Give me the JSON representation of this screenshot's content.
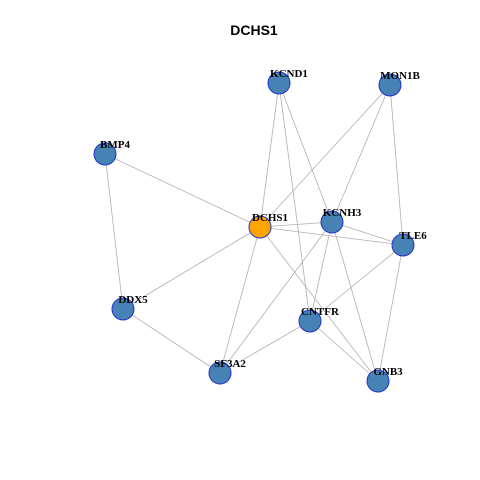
{
  "title": "DCHS1",
  "colors": {
    "background": "#ffffff",
    "edge": "#b0b0b0",
    "node_fill": "#4682b4",
    "node_border": "#2233cc",
    "center_fill": "#ffa500"
  },
  "nodes": [
    {
      "id": "DCHS1",
      "label": "DCHS1",
      "center": true
    },
    {
      "id": "KCND1",
      "label": "KCND1"
    },
    {
      "id": "MON1B",
      "label": "MON1B"
    },
    {
      "id": "BMP4",
      "label": "BMP4"
    },
    {
      "id": "KCNH3",
      "label": "KCNH3"
    },
    {
      "id": "TLE6",
      "label": "TLE6"
    },
    {
      "id": "DDX5",
      "label": "DDX5"
    },
    {
      "id": "CNTFR",
      "label": "CNTFR"
    },
    {
      "id": "SF3A2",
      "label": "SF3A2"
    },
    {
      "id": "GNB3",
      "label": "GNB3"
    }
  ],
  "edges": [
    [
      "BMP4",
      "DCHS1"
    ],
    [
      "BMP4",
      "DDX5"
    ],
    [
      "DDX5",
      "DCHS1"
    ],
    [
      "DDX5",
      "SF3A2"
    ],
    [
      "KCND1",
      "DCHS1"
    ],
    [
      "KCND1",
      "KCNH3"
    ],
    [
      "KCND1",
      "CNTFR"
    ],
    [
      "MON1B",
      "DCHS1"
    ],
    [
      "MON1B",
      "KCNH3"
    ],
    [
      "MON1B",
      "TLE6"
    ],
    [
      "DCHS1",
      "KCNH3"
    ],
    [
      "DCHS1",
      "TLE6"
    ],
    [
      "DCHS1",
      "SF3A2"
    ],
    [
      "DCHS1",
      "GNB3"
    ],
    [
      "KCNH3",
      "TLE6"
    ],
    [
      "KCNH3",
      "CNTFR"
    ],
    [
      "KCNH3",
      "SF3A2"
    ],
    [
      "KCNH3",
      "GNB3"
    ],
    [
      "TLE6",
      "CNTFR"
    ],
    [
      "TLE6",
      "GNB3"
    ],
    [
      "CNTFR",
      "SF3A2"
    ],
    [
      "CNTFR",
      "GNB3"
    ]
  ]
}
